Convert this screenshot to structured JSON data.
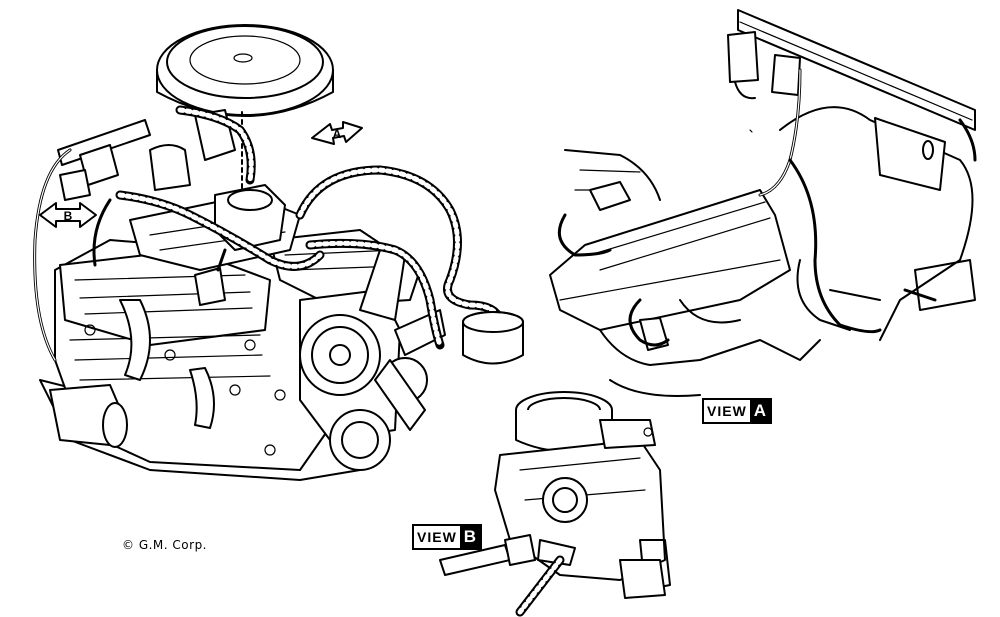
{
  "callouts": {
    "arrow_a": "A",
    "arrow_b": "B"
  },
  "view_a": {
    "word": "VIEW",
    "letter": "A"
  },
  "view_b": {
    "word": "VIEW",
    "letter": "B"
  },
  "copyright": "© G.M. Corp."
}
